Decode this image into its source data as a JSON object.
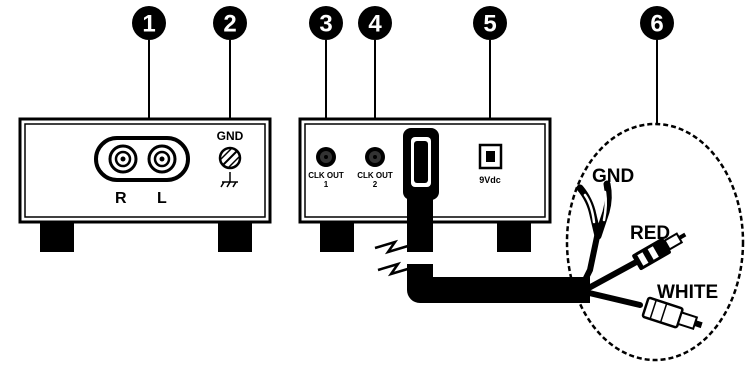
{
  "callouts": [
    "1",
    "2",
    "3",
    "4",
    "5",
    "6"
  ],
  "unit_left": {
    "rca_labels": {
      "right": "R",
      "left": "L"
    },
    "ground_label": "GND"
  },
  "unit_right": {
    "clk_out_1": {
      "line1": "CLK OUT",
      "line2": "1"
    },
    "clk_out_2": {
      "line1": "CLK OUT",
      "line2": "2"
    },
    "power_label": "9Vdc"
  },
  "cable_detail": {
    "wires": [
      "GND",
      "RED",
      "WHITE"
    ]
  },
  "colors": {
    "ink": "#000000",
    "paper": "#ffffff"
  }
}
